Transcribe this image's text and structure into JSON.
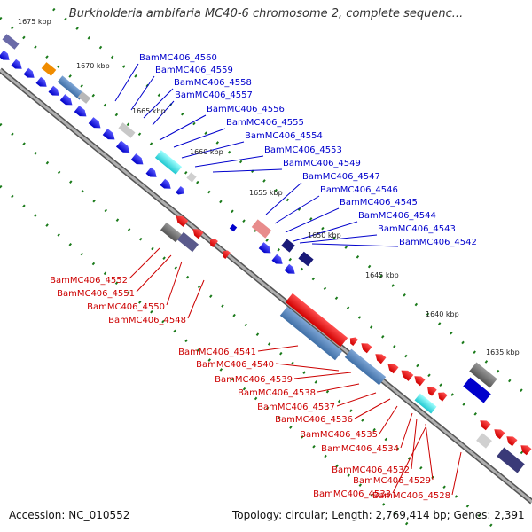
{
  "title": "Burkholderia ambifaria MC40-6 chromosome 2, complete sequenc...",
  "footer": {
    "accession": "Accession: NC_010552",
    "topology": "Topology: circular; Length: 2,769,414 bp; Genes: 2,391"
  },
  "colors": {
    "forward_label": "#0000cc",
    "reverse_label": "#cc0000",
    "backbone": "#808080",
    "tick_dot": "#1a7a1a"
  },
  "ticks": [
    "1675 kbp",
    "1670 kbp",
    "1665 kbp",
    "1660 kbp",
    "1655 kbp",
    "1650 kbp",
    "1645 kbp",
    "1640 kbp",
    "1635 kbp"
  ],
  "forward_genes": [
    "BamMC406_4560",
    "BamMC406_4559",
    "BamMC406_4558",
    "BamMC406_4557",
    "BamMC406_4556",
    "BamMC406_4555",
    "BamMC406_4554",
    "BamMC406_4553",
    "BamMC406_4549",
    "BamMC406_4547",
    "BamMC406_4546",
    "BamMC406_4545",
    "BamMC406_4544",
    "BamMC406_4543",
    "BamMC406_4542"
  ],
  "reverse_genes_upper": [
    "BamMC406_4552",
    "BamMC406_4551",
    "BamMC406_4550",
    "BamMC406_4548"
  ],
  "reverse_genes_lower": [
    "BamMC406_4541",
    "BamMC406_4540",
    "BamMC406_4539",
    "BamMC406_4538",
    "BamMC406_4537",
    "BamMC406_4536",
    "BamMC406_4535",
    "BamMC406_4534",
    "BamMC406_4532",
    "BamMC406_4529",
    "BamMC406_4533",
    "BamMC406_4528"
  ]
}
